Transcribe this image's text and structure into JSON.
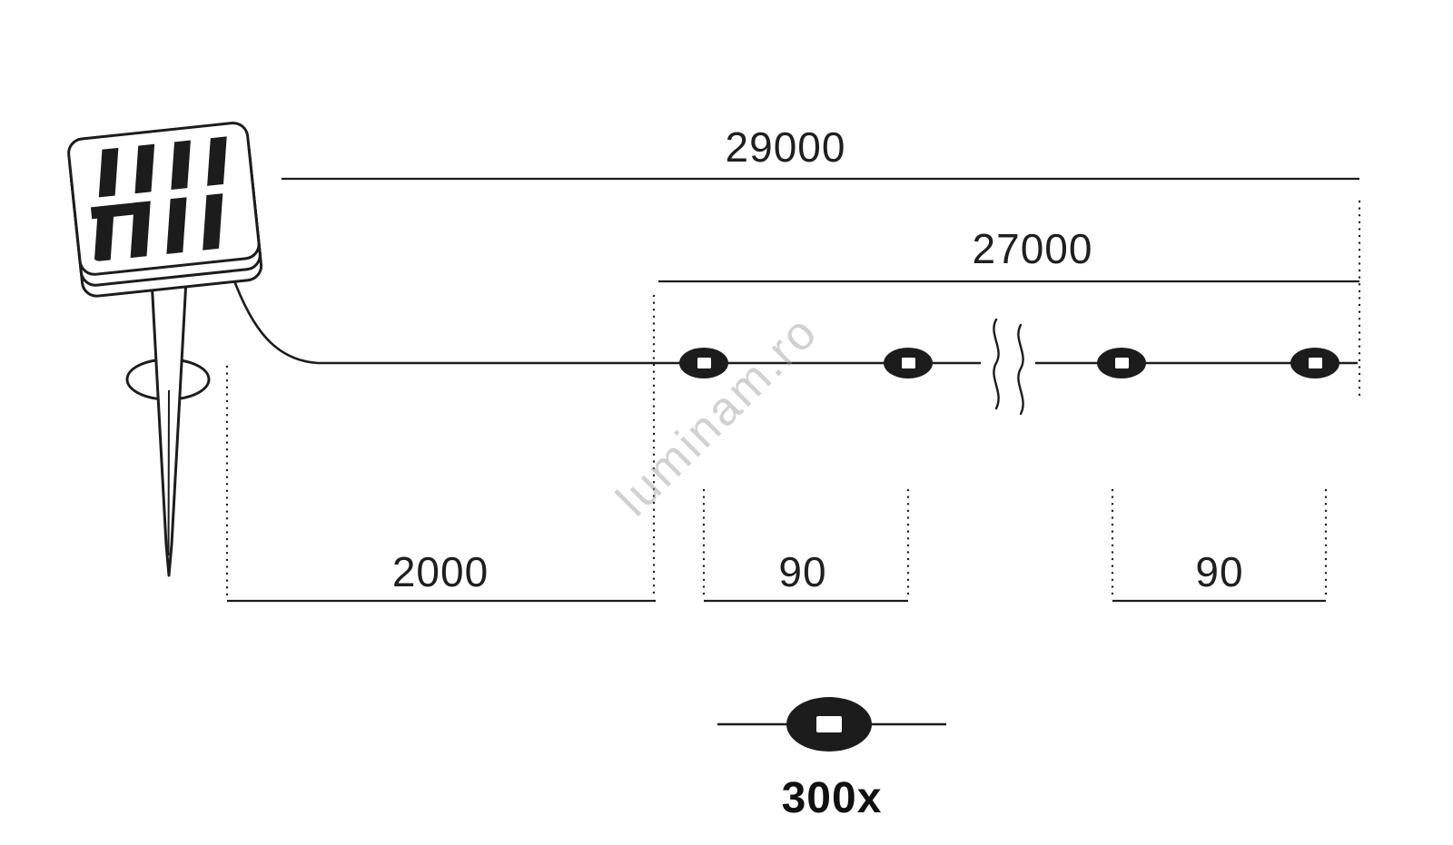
{
  "watermark": "luminam.ro",
  "labels": {
    "total_length": "29000",
    "string_length": "27000",
    "lead_length": "2000",
    "spacing_left": "90",
    "spacing_right": "90",
    "bulb_count": "300x"
  },
  "colors": {
    "line": "#1c1c1c",
    "watermark": "#9a9a9a",
    "background": "#ffffff"
  },
  "icons": {
    "panel": "solar-panel-icon",
    "stake": "ground-stake-icon",
    "bulb": "led-bulb-icon",
    "break": "length-break-icon"
  }
}
